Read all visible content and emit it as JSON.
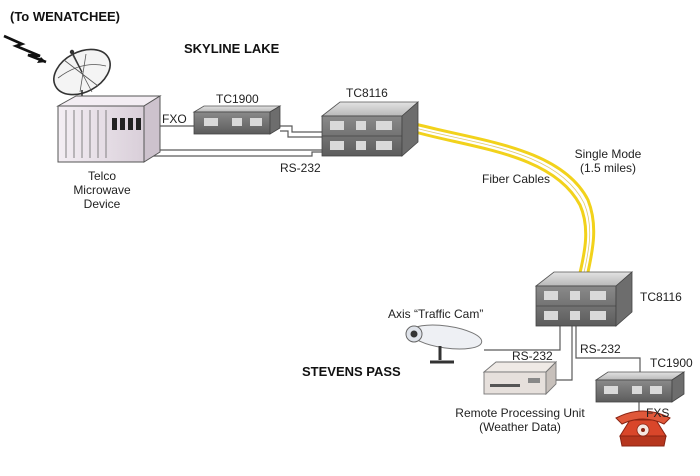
{
  "labels": {
    "to_wenatchee": "(To WENATCHEE)",
    "skyline_lake": "SKYLINE LAKE",
    "stevens_pass": "STEVENS PASS",
    "tc1900_top": "TC1900",
    "tc8116_top": "TC8116",
    "tc8116_bottom": "TC8116",
    "tc1900_bottom": "TC1900",
    "fxo": "FXO",
    "fxs": "FXS",
    "rs232_top": "RS-232",
    "rs232_cam": "RS-232",
    "rs232_right": "RS-232",
    "telco_line1": "Telco",
    "telco_line2": "Microwave",
    "telco_line3": "Device",
    "single_mode_line1": "Single Mode",
    "single_mode_line2": "(1.5 miles)",
    "fiber_cables": "Fiber Cables",
    "axis_cam": "Axis “Traffic Cam”",
    "rpu_line1": "Remote Processing Unit",
    "rpu_line2": "(Weather Data)"
  },
  "colors": {
    "fiber": "#f2d21b",
    "line": "#5a5a5a",
    "device_top": "#cfcfcf",
    "device_front": "#7a7a7a",
    "rack_fill": "#ece4ec",
    "phone": "#d9462a"
  },
  "icons": [
    "satellite-dish-icon",
    "lightning-icon",
    "telco-rack-icon",
    "media-converter-icon",
    "camera-icon",
    "processing-unit-icon",
    "telephone-icon"
  ]
}
